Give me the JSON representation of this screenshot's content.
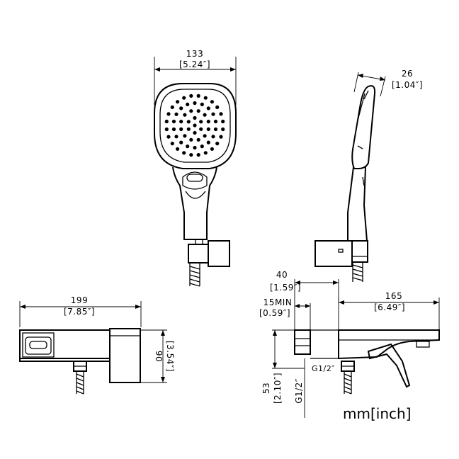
{
  "dimensions": {
    "handshower_width_mm": "133",
    "handshower_width_in": "[5.24″]",
    "handshower_depth_mm": "26",
    "handshower_depth_in": "[1.04″]",
    "body_width_mm": "199",
    "body_width_in": "[7.85″]",
    "body_height_mm": "90",
    "body_height_in": "[3.54″]",
    "offset_mm": "40",
    "offset_in": "[1.59″]",
    "min_mm": "15MIN",
    "min_in": "[0.59″]",
    "projection_mm": "165",
    "projection_in": "[6.49″]",
    "inlet_height_mm": "53",
    "inlet_height_in": "[2.10″]",
    "thread_left": "G1/2″",
    "thread_right": "G1/2″"
  },
  "units_note": "mm[inch]"
}
